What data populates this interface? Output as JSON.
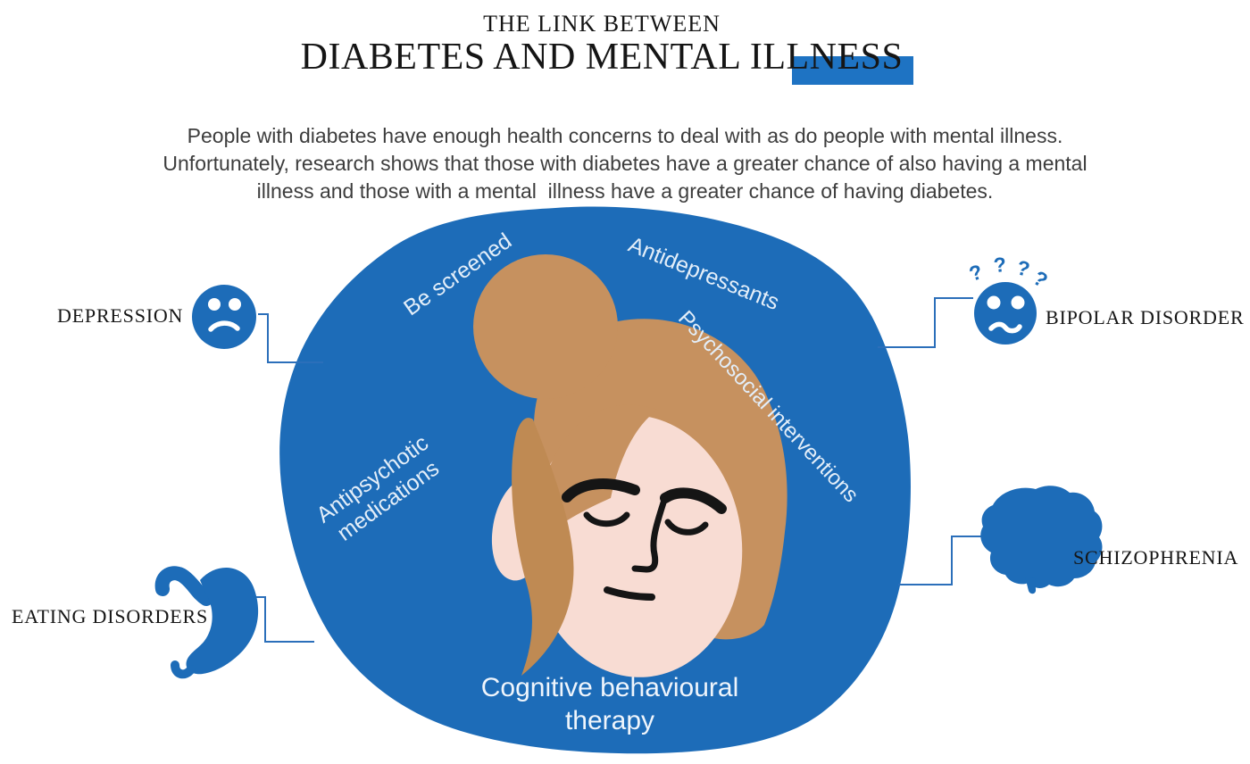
{
  "title": {
    "kicker": "THE LINK BETWEEN",
    "main": "DIABETES AND MENTAL ILLNESS"
  },
  "intro": {
    "line1": "People with diabetes have enough health concerns to deal with as do people with mental illness.",
    "line2": "Unfortunately, research shows that those with diabetes have a greater chance of also having a mental",
    "line3": "illness and those with a mental  illness have a greater chance of having diabetes."
  },
  "treatments": {
    "be_screened": "Be screened",
    "antidepressants": "Antidepressants",
    "psychosocial": "Psychosocial interventions",
    "antipsychotic_line1": "Antipsychotic",
    "antipsychotic_line2": "medications",
    "cbt_line1": "Cognitive behavioural",
    "cbt_line2": "therapy"
  },
  "conditions": {
    "depression": "DEPRESSION",
    "bipolar": "BIPOLAR DISORDER",
    "schizophrenia": "SCHIZOPHRENIA",
    "eating": "EATING DISORDERS"
  },
  "icons": {
    "depression": "sad-face-icon",
    "bipolar": "confused-face-questions-icon",
    "schizophrenia": "brain-icon",
    "eating": "stomach-icon"
  },
  "bipolar_questions": [
    "?",
    "?",
    "?",
    "?"
  ],
  "colors": {
    "blue": "#1d6cb8",
    "accent": "#1e73c3",
    "hair": "#c6915f",
    "hair_strand": "#bf8a53",
    "skin": "#f8dcd3",
    "light_text": "#e3eef9"
  }
}
